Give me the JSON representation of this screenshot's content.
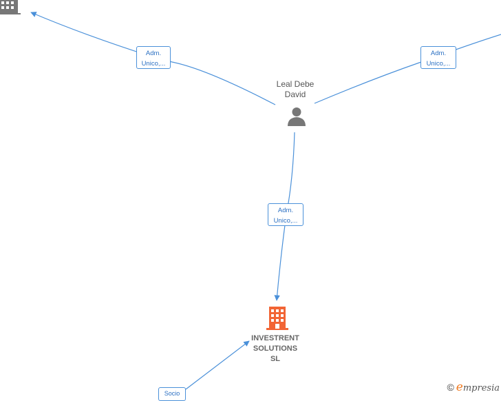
{
  "person": {
    "name_line1": "Leal Debe",
    "name_line2": "David",
    "icon": "person-icon"
  },
  "company": {
    "name_line1": "INVESTRENT",
    "name_line2": "SOLUTIONS",
    "name_line3": "SL",
    "icon": "building-icon",
    "color": "#f26535"
  },
  "edges": {
    "left": {
      "line1": "Adm.",
      "line2": "Unico,..."
    },
    "right": {
      "line1": "Adm.",
      "line2": "Unico,..."
    },
    "down": {
      "line1": "Adm.",
      "line2": "Unico,..."
    },
    "socio": {
      "label": "Socio"
    }
  },
  "colors": {
    "edge": "#4a90d9",
    "node_gray": "#777777"
  },
  "brand": {
    "copyright": "©",
    "e": "e",
    "name": "mpresia"
  }
}
